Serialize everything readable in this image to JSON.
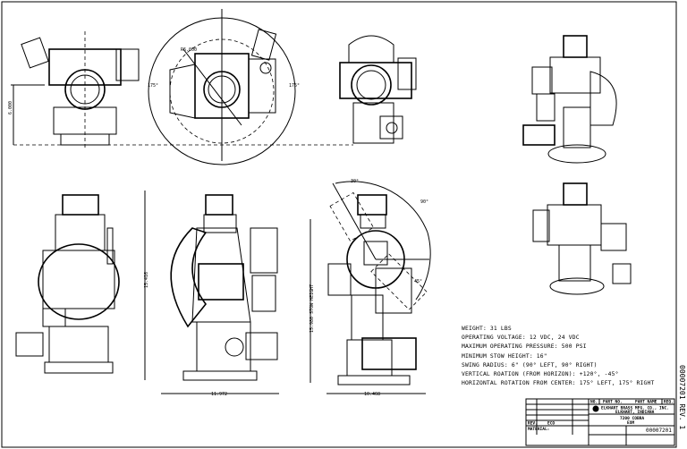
{
  "drawing": {
    "dimensions": {
      "top_height": "6.000",
      "swing_radius": "R6.000",
      "rotation_left": "175°",
      "rotation_right": "175°",
      "side_height": "15.416",
      "side_width": "11.972",
      "stow_height": "15.980 STOW HEIGHT",
      "front_width": "10.468",
      "angle_up": "30°",
      "angle_90": "90°",
      "angle_down": "45°"
    }
  },
  "specs": [
    "WEIGHT: 31 LBS",
    "OPERATING VOLTAGE: 12 VDC, 24 VDC",
    "MAXIMUM OPERATING PRESSURE: 500 PSI",
    "MINIMUM STOW HEIGHT: 16\"",
    "SWING RADIUS: 6\" (90° LEFT, 90° RIGHT)",
    "VERTICAL ROATION (FROM HORIZON): +120°, -45°",
    "HORIZONTAL ROTATION FROM CENTER: 175° LEFT, 175° RIGHT"
  ],
  "title_block": {
    "col_no": "NO.",
    "col_part_no": "PART NO.",
    "col_part_name": "PART NAME",
    "col_req": "REQ.",
    "company": "ELKHART BRASS MFG. CO., INC.",
    "city": "ELKHART, INDIANA",
    "product": "7200 COBRA",
    "variant": "EXM",
    "rev_label": "REV.",
    "eco_label": "ECO",
    "material_label": "MATERIAL:",
    "dwg_no": "00007201"
  },
  "side_label": "00007201 REV. 1"
}
